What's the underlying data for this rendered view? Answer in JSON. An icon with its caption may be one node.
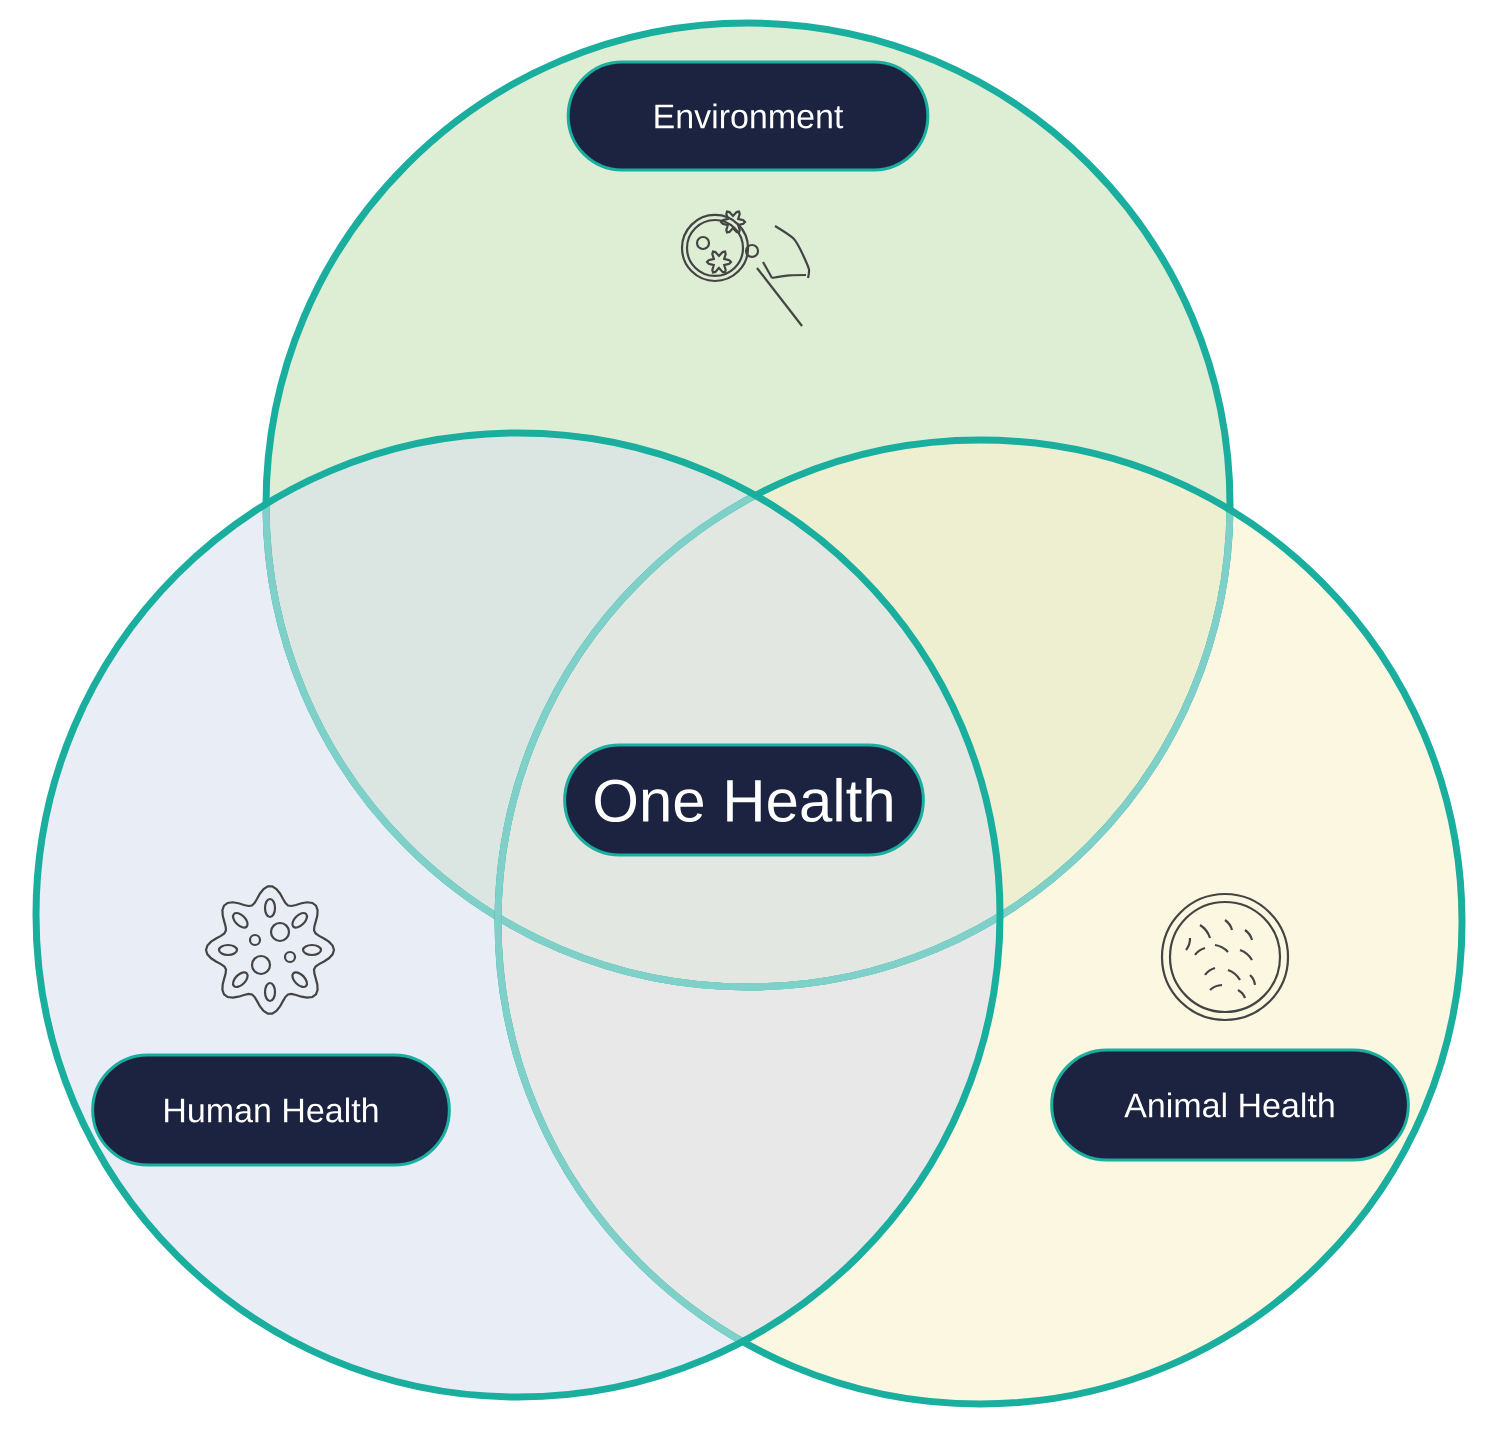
{
  "diagram": {
    "nodes": [
      {
        "text": [
          "Environment"
        ]
      },
      {
        "text": [
          "One Health"
        ]
      },
      {
        "text": [
          "Human Health"
        ]
      },
      {
        "text": [
          "Animal Health"
        ]
      }
    ]
  }
}
